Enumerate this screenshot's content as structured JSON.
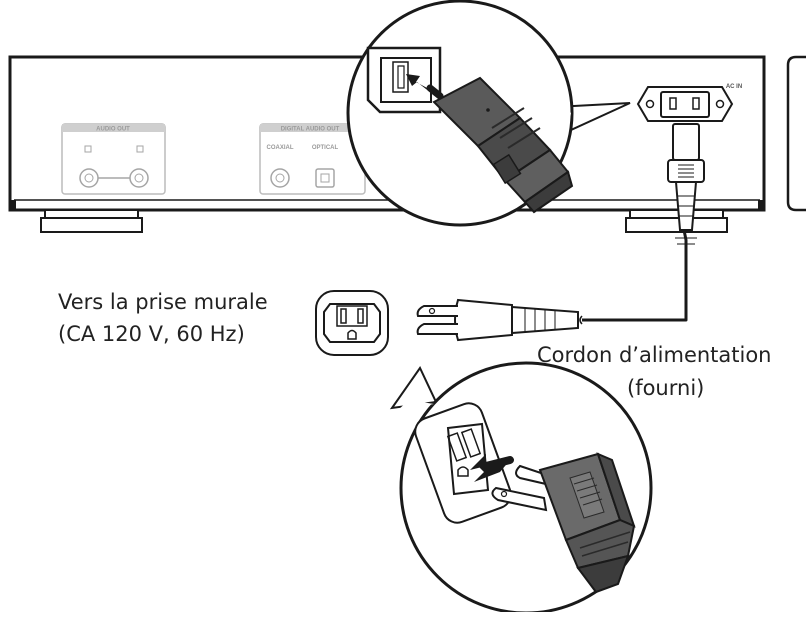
{
  "device_panel": {
    "audio_out_label": "AUDIO OUT",
    "digital_audio_out_label": "DIGITAL AUDIO OUT",
    "coaxial_label": "COAXIAL",
    "optical_label": "OPTICAL",
    "ac_in_label": "AC IN"
  },
  "wall_outlet": {
    "line1": "Vers la prise murale",
    "line2": "(CA 120 V, 60 Hz)"
  },
  "power_cord": {
    "line1": "Cordon d’alimentation",
    "line2": "(fourni)"
  },
  "colors": {
    "line": "#1a1a1a",
    "panel_fill": "#ffffff",
    "plug_body": "#5a5a5a",
    "plug_dark": "#3c3c3c",
    "panel_text": "#9a9a9a",
    "faint_line": "#b5b5b5"
  }
}
